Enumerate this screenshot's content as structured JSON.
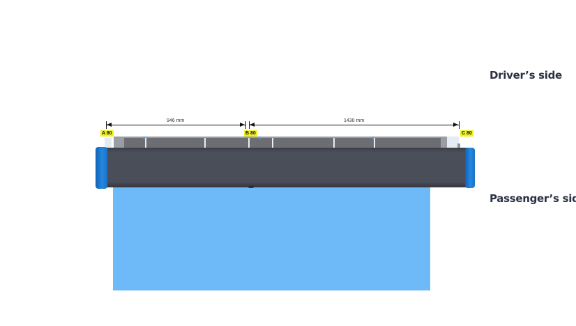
{
  "labels": {
    "drivers_side": "Driver’s side",
    "passengers_side": "Passenger’s side"
  },
  "dimensions": [
    {
      "label": "946 mm"
    },
    {
      "label": "1430 mm"
    }
  ],
  "brackets": [
    {
      "label": "A 80"
    },
    {
      "label": "B 80"
    },
    {
      "label": "C 80"
    }
  ],
  "colors": {
    "awning_fabric": "#6eb9f7",
    "cassette": "#4a4e59",
    "end_caps": "#1f7fd9",
    "badge": "#eef125",
    "label_text": "#2b3145"
  }
}
